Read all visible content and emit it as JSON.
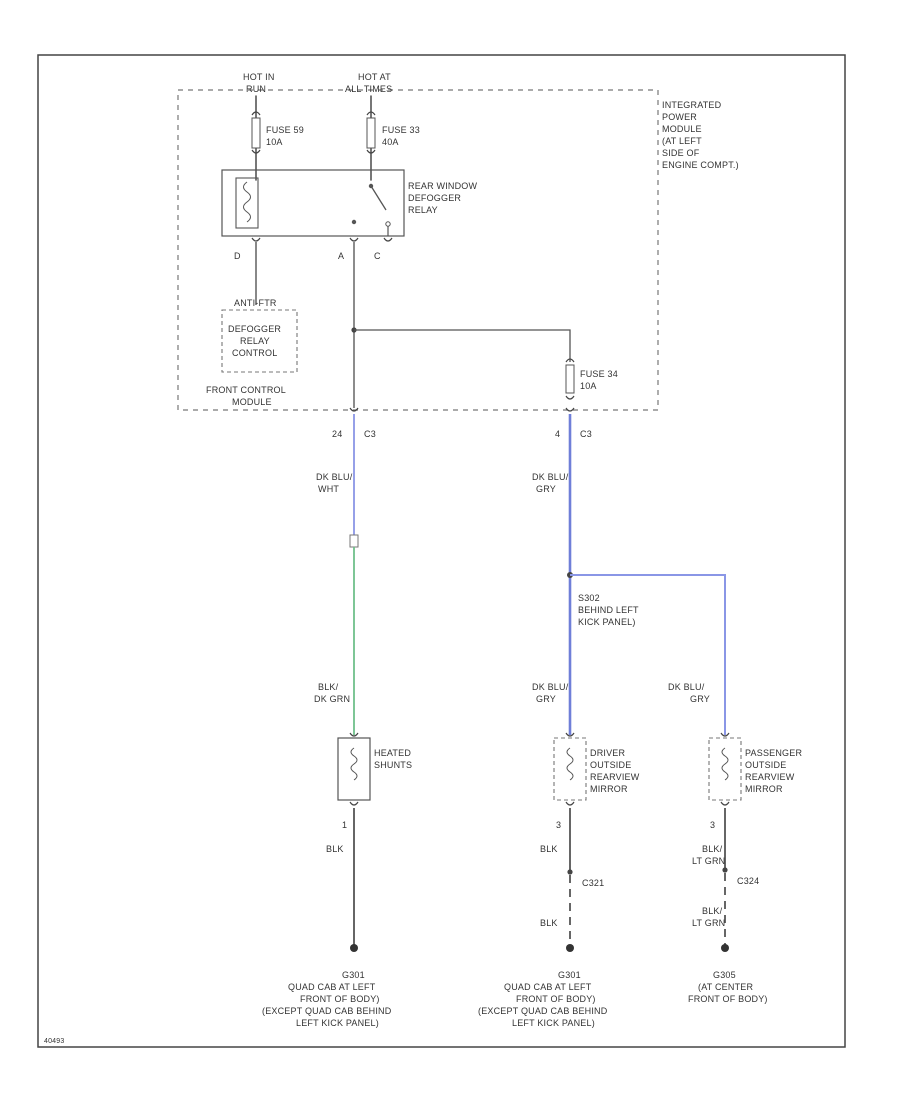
{
  "colors": {
    "frame": "#444444",
    "wire_black": "#555555",
    "wire_blue": "#6f7fd8",
    "wire_blue_light": "#8a96e6",
    "wire_green": "#6fc08a",
    "dashed": "#777777"
  },
  "labels": {
    "hot_run_1": "HOT IN",
    "hot_run_2": "RUN",
    "hot_all_1": "HOT AT",
    "hot_all_2": "ALL TIMES",
    "fuse_left_1": "FUSE 59",
    "fuse_left_2": "10A",
    "fuse_right_1": "FUSE 33",
    "fuse_right_2": "40A",
    "relay_1": "REAR WINDOW",
    "relay_2": "DEFOGGER",
    "relay_3": "RELAY",
    "pin_d": "D",
    "pin_a": "A",
    "pin_c": "C",
    "ipm_1": "INTEGRATED",
    "ipm_2": "POWER",
    "ipm_3": "MODULE",
    "ipm_4": "(AT LEFT",
    "ipm_5": "SIDE OF",
    "ipm_6": "ENGINE COMPT.)",
    "fcm_1": "ANTI-FTR",
    "fcm_2": "DEFOGGER",
    "fcm_3": "RELAY",
    "fcm_4": "CONTROL",
    "fcm_5": "FRONT CONTROL",
    "fcm_6": "MODULE",
    "fuse_lower_1": "FUSE 34",
    "fuse_lower_2": "10A",
    "conn_left_pin": "24",
    "conn_left": "C3",
    "conn_right_pin": "4",
    "conn_right": "C3",
    "wire_left_1": "DK BLU/",
    "wire_left_2": "WHT",
    "wire_right_1": "DK BLU/",
    "wire_right_2": "GRY",
    "splice_1": "S302",
    "splice_2": "BEHIND LEFT",
    "splice_3": "KICK PANEL)",
    "wire_hs_1": "BLK/",
    "wire_hs_2": "DK GRN",
    "wire_dm_1": "DK BLU/",
    "wire_dm_2": "GRY",
    "wire_pm_1": "DK BLU/",
    "wire_pm_2": "GRY",
    "hs_1": "HEATED",
    "hs_2": "SHUNTS",
    "dm_1": "DRIVER",
    "dm_2": "OUTSIDE",
    "dm_3": "REARVIEW",
    "dm_4": "MIRROR",
    "pm_1": "PASSENGER",
    "pm_2": "OUTSIDE",
    "pm_3": "REARVIEW",
    "pm_4": "MIRROR",
    "pin_hs": "1",
    "pin_dm": "3",
    "pin_pm": "3",
    "gnd_wire_hs": "BLK",
    "gnd_wire_dm": "BLK",
    "gnd_wire_pm_1": "BLK/",
    "gnd_wire_pm_2": "LT GRN",
    "conn_c321": "C321",
    "conn_c324": "C324",
    "gnd_wire_dm_lower": "BLK",
    "gnd_wire_pm_lower_1": "BLK/",
    "gnd_wire_pm_lower_2": "LT GRN",
    "g1_1": "G301",
    "g1_2": "QUAD CAB AT LEFT",
    "g1_3": "FRONT OF BODY)",
    "g1_4": "(EXCEPT QUAD CAB BEHIND",
    "g1_5": "LEFT KICK PANEL)",
    "g2_1": "G301",
    "g2_2": "QUAD CAB AT LEFT",
    "g2_3": "FRONT OF BODY)",
    "g2_4": "(EXCEPT QUAD CAB BEHIND",
    "g2_5": "LEFT KICK PANEL)",
    "g3_1": "G305",
    "g3_2": "(AT CENTER",
    "g3_3": "FRONT OF BODY)",
    "footer_id": "40493"
  }
}
